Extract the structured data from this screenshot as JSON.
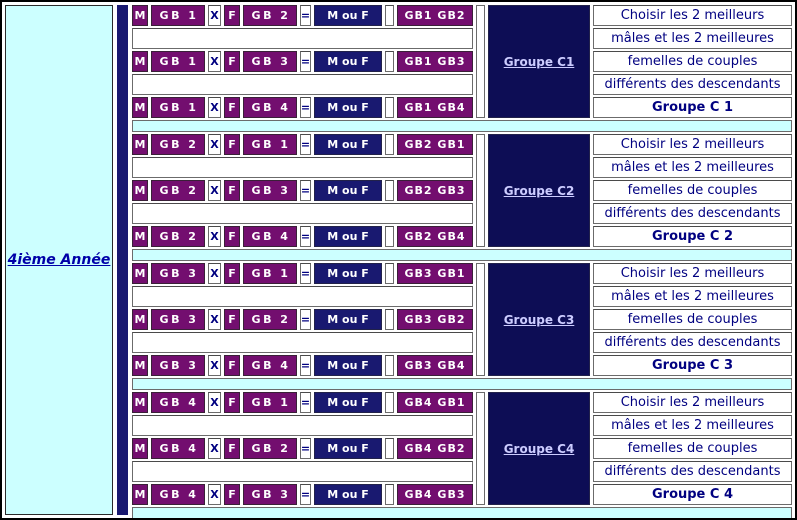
{
  "page": {
    "year_label": "4ième Année"
  },
  "colors": {
    "box_purple": "#730E6F",
    "box_navy": "#191970",
    "group_navy": "#0D0D55",
    "cyan": "#CCFFFF",
    "text_navy": "#000080",
    "year_link_blue": "#0000A8",
    "group_link_light": "#CCCCFF"
  },
  "groups": [
    {
      "rows": [
        {
          "male": "M",
          "male_group": "GB 1",
          "cross": "X",
          "female": "F",
          "female_group": "GB 2",
          "equals": "=",
          "offspring": "M ou F",
          "result": "GB1 GB2"
        },
        {
          "male": "M",
          "male_group": "GB 1",
          "cross": "X",
          "female": "F",
          "female_group": "GB 3",
          "equals": "=",
          "offspring": "M ou F",
          "result": "GB1 GB3"
        },
        {
          "male": "M",
          "male_group": "GB 1",
          "cross": "X",
          "female": "F",
          "female_group": "GB 4",
          "equals": "=",
          "offspring": "M ou F",
          "result": "GB1 GB4"
        }
      ],
      "group_link": "Groupe C1",
      "note_lines": [
        "Choisir les 2 meilleurs",
        "mâles et les 2 meilleures",
        "femelles de couples",
        "différents des descendants"
      ],
      "note_footer": "Groupe C 1"
    },
    {
      "rows": [
        {
          "male": "M",
          "male_group": "GB 2",
          "cross": "X",
          "female": "F",
          "female_group": "GB 1",
          "equals": "=",
          "offspring": "M ou F",
          "result": "GB2 GB1"
        },
        {
          "male": "M",
          "male_group": "GB 2",
          "cross": "X",
          "female": "F",
          "female_group": "GB 3",
          "equals": "=",
          "offspring": "M ou F",
          "result": "GB2 GB3"
        },
        {
          "male": "M",
          "male_group": "GB 2",
          "cross": "X",
          "female": "F",
          "female_group": "GB 4",
          "equals": "=",
          "offspring": "M ou F",
          "result": "GB2 GB4"
        }
      ],
      "group_link": "Groupe C2",
      "note_lines": [
        "Choisir les 2 meilleurs",
        "mâles et les 2 meilleures",
        "femelles de couples",
        "différents des descendants"
      ],
      "note_footer": "Groupe C 2"
    },
    {
      "rows": [
        {
          "male": "M",
          "male_group": "GB 3",
          "cross": "X",
          "female": "F",
          "female_group": "GB 1",
          "equals": "=",
          "offspring": "M ou F",
          "result": "GB3 GB1"
        },
        {
          "male": "M",
          "male_group": "GB 3",
          "cross": "X",
          "female": "F",
          "female_group": "GB 2",
          "equals": "=",
          "offspring": "M ou F",
          "result": "GB3 GB2"
        },
        {
          "male": "M",
          "male_group": "GB 3",
          "cross": "X",
          "female": "F",
          "female_group": "GB 4",
          "equals": "=",
          "offspring": "M ou F",
          "result": "GB3 GB4"
        }
      ],
      "group_link": "Groupe C3",
      "note_lines": [
        "Choisir les 2 meilleurs",
        "mâles et les 2 meilleures",
        "femelles de couples",
        "différents des descendants"
      ],
      "note_footer": "Groupe C 3"
    },
    {
      "rows": [
        {
          "male": "M",
          "male_group": "GB 4",
          "cross": "X",
          "female": "F",
          "female_group": "GB 1",
          "equals": "=",
          "offspring": "M ou F",
          "result": "GB4 GB1"
        },
        {
          "male": "M",
          "male_group": "GB 4",
          "cross": "X",
          "female": "F",
          "female_group": "GB 2",
          "equals": "=",
          "offspring": "M ou F",
          "result": "GB4 GB2"
        },
        {
          "male": "M",
          "male_group": "GB 4",
          "cross": "X",
          "female": "F",
          "female_group": "GB 3",
          "equals": "=",
          "offspring": "M ou F",
          "result": "GB4 GB3"
        }
      ],
      "group_link": "Groupe C4",
      "note_lines": [
        "Choisir les 2 meilleurs",
        "mâles et les 2 meilleures",
        "femelles de couples",
        "différents des descendants"
      ],
      "note_footer": "Groupe C 4"
    }
  ]
}
